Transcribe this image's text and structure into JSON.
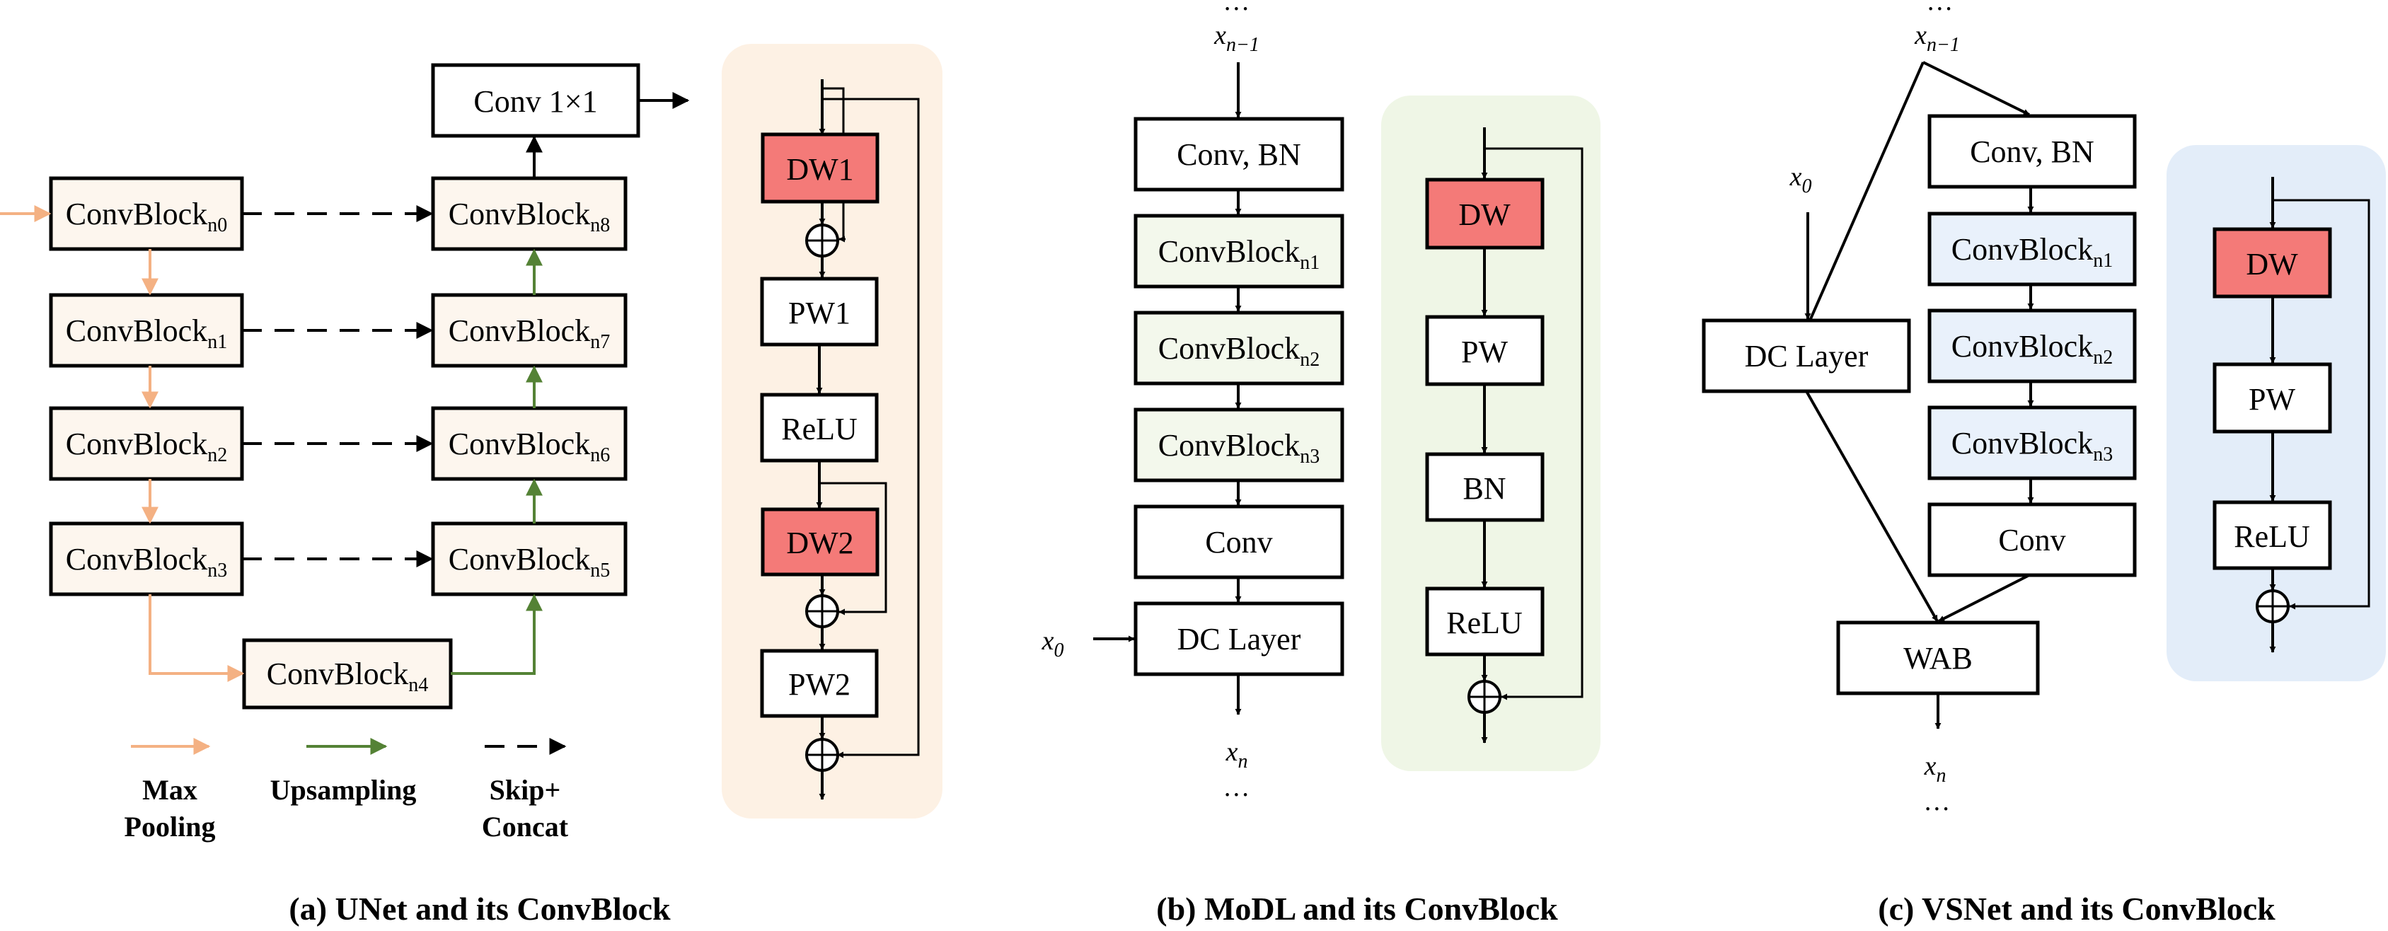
{
  "colors": {
    "unet_box_fill": "#fdf6ee",
    "unet_panel_fill": "#fdf1e4",
    "modl_box_fill": "#f3f8ec",
    "modl_panel_fill": "#eff6e6",
    "vsnet_box_fill": "#e9f1fb",
    "vsnet_panel_fill": "#e3edf9",
    "dw_fill": "#f47a78",
    "maxpool_arrow": "#f4b183",
    "upsample_arrow": "#548235",
    "stroke": "#000000"
  },
  "unet": {
    "caption": "(a) UNet and its ConvBlock",
    "conv1x1": "Conv 1×1",
    "block_base": "ConvBlock",
    "enc_subs": [
      "n0",
      "n1",
      "n2",
      "n3"
    ],
    "dec_subs": [
      "n8",
      "n7",
      "n6",
      "n5"
    ],
    "bottom_sub": "n4",
    "legend": {
      "maxpool_line1": "Max",
      "maxpool_line2": "Pooling",
      "upsampling": "Upsampling",
      "skip_line1": "Skip+",
      "skip_line2": "Concat"
    },
    "block_detail": [
      "DW1",
      "PW1",
      "ReLU",
      "DW2",
      "PW2"
    ]
  },
  "modl": {
    "caption": "(b) MoDL and its ConvBlock",
    "top_dots": "…",
    "input_base": "x",
    "input_sub": "n−1",
    "x0_base": "x",
    "x0_sub": "0",
    "conv_bn": "Conv, BN",
    "block_base": "ConvBlock",
    "block_subs": [
      "n1",
      "n2",
      "n3"
    ],
    "conv": "Conv",
    "dc_layer": "DC Layer",
    "output_base": "x",
    "output_sub": "n",
    "bottom_dots": "…",
    "block_detail": [
      "DW",
      "PW",
      "BN",
      "ReLU"
    ]
  },
  "vsnet": {
    "caption": "(c) VSNet and its ConvBlock",
    "top_dots": "…",
    "input_base": "x",
    "input_sub": "n−1",
    "x0_base": "x",
    "x0_sub": "0",
    "conv_bn": "Conv, BN",
    "block_base": "ConvBlock",
    "block_subs": [
      "n1",
      "n2",
      "n3"
    ],
    "conv": "Conv",
    "dc_layer": "DC Layer",
    "wab": "WAB",
    "output_base": "x",
    "output_sub": "n",
    "bottom_dots": "…",
    "block_detail": [
      "DW",
      "PW",
      "ReLU"
    ]
  }
}
